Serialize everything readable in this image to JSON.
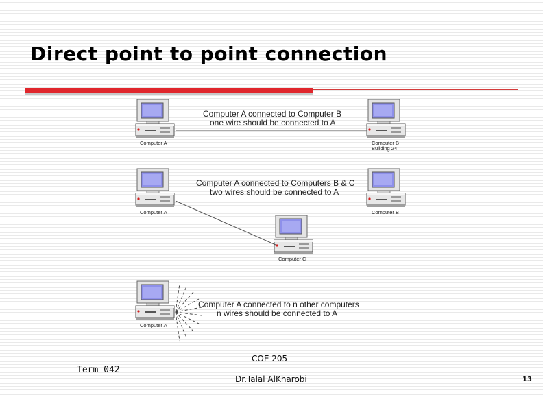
{
  "slide": {
    "title": "Direct point to point connection",
    "footer_left": "Term 042",
    "footer_center_top": "COE 205",
    "footer_center_bottom": "Dr.Talal AlKharobi",
    "page_number": "13"
  },
  "diagram": {
    "row1": {
      "caption_line1": "Computer A connected to Computer B",
      "caption_line2": "one wire should be connected to A",
      "computer_a_label": "Computer A",
      "computer_b_label_line1": "Computer B",
      "computer_b_label_line2": "Building 24"
    },
    "row2": {
      "caption_line1": "Computer A connected to Computers B & C",
      "caption_line2": "two wires should be connected to A",
      "computer_a_label": "Computer A",
      "computer_b_label": "Computer B",
      "computer_c_label": "Computer C"
    },
    "row3": {
      "caption_line1": "Computer A connected to n other computers",
      "caption_line2": "n wires should be connected to A",
      "computer_a_label": "Computer A"
    }
  },
  "colors": {
    "accent_red": "#e0262c",
    "screen_blue": "#8e90ea"
  }
}
